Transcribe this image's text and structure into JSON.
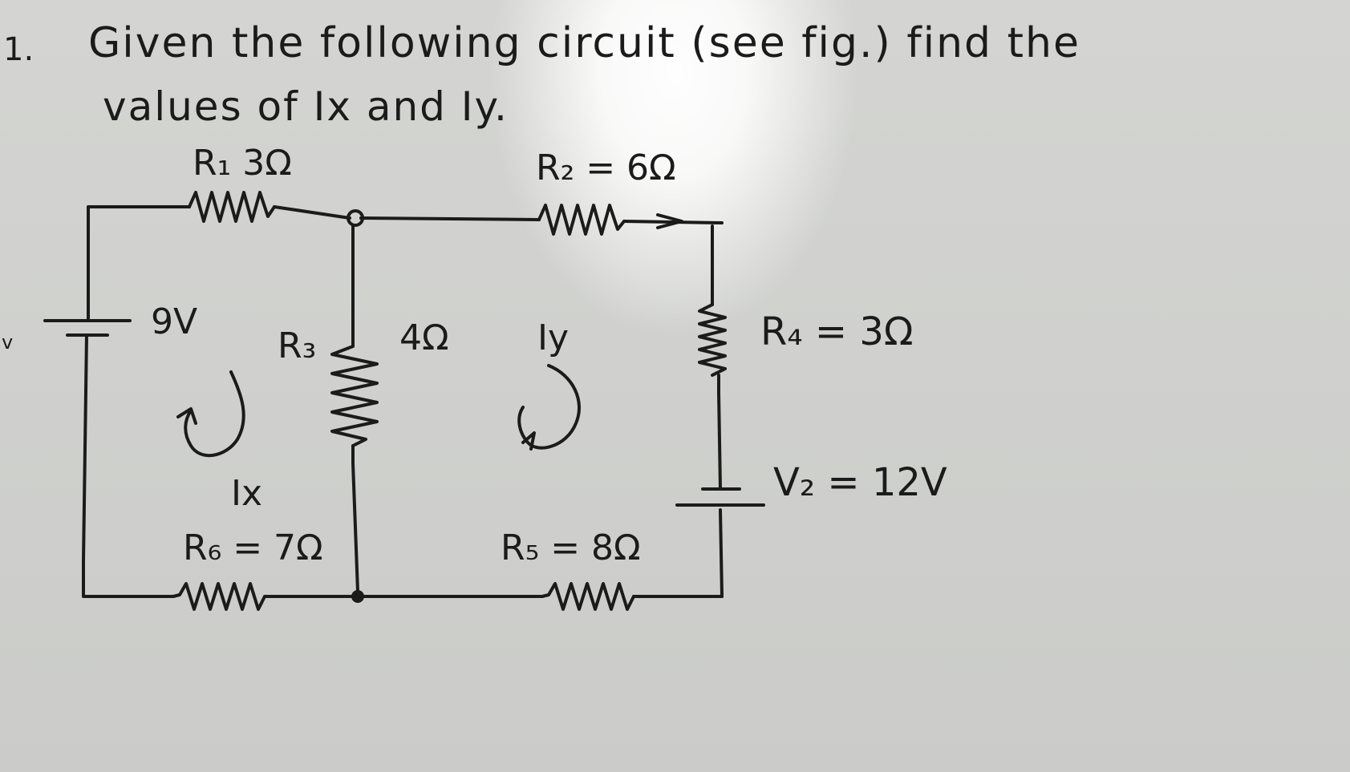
{
  "question": {
    "number": "1.",
    "line1": "Given the following circuit (see fig.) find the",
    "line2": "values of Ix and Iy."
  },
  "margin_mark": "v",
  "labels": {
    "r1": "R₁ 3Ω",
    "r2": "R₂ = 6Ω",
    "v1": "9V",
    "r3_name": "R₃",
    "r3_value": "4Ω",
    "iy_loop": "Iy",
    "r4": "R₄ = 3Ω",
    "v2": "V₂ = 12V",
    "ix_loop": "Ix",
    "r6": "R₆ = 7Ω",
    "r5": "R₅ = 8Ω"
  }
}
